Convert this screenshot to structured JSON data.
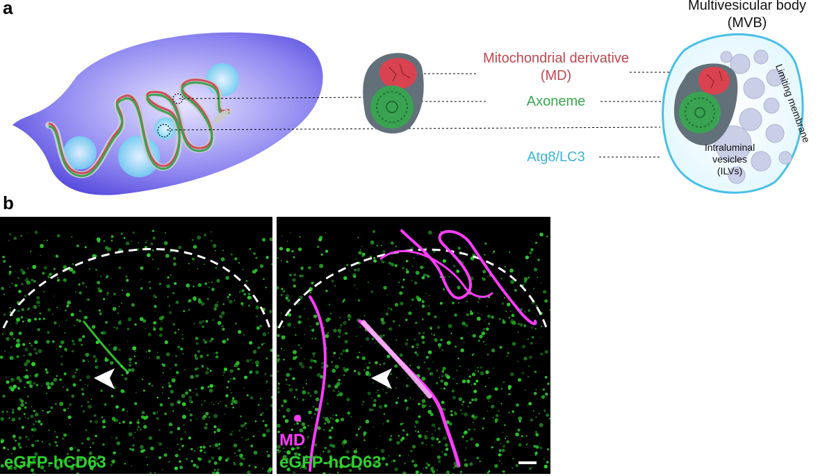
{
  "panel_a": {
    "letter": "a",
    "labels": {
      "mvb_title_line1": "Multivesicular body",
      "mvb_title_line2": "(MVB)",
      "md_line1": "Mitochondrial derivative",
      "md_line2": "(MD)",
      "axoneme": "Axoneme",
      "atg8": "Atg8/LC3",
      "limiting_membrane": "Limiting membrane",
      "ilv_line1": "Intraluminal",
      "ilv_line2": "vesicles",
      "ilv_line3": "(ILVs)"
    }
  },
  "panel_b": {
    "letter": "b",
    "left_image": {
      "green_label": "eGFP-hCD63"
    },
    "right_image": {
      "magenta_label": "MD",
      "green_label": "eGFP-hCD63"
    }
  },
  "colors": {
    "md_red": "#c0464f",
    "axoneme_green": "#3aa351",
    "atg8_cyan": "#3ab4d8",
    "gfp_green": "#2fd12f",
    "md_magenta": "#ff3cff"
  }
}
